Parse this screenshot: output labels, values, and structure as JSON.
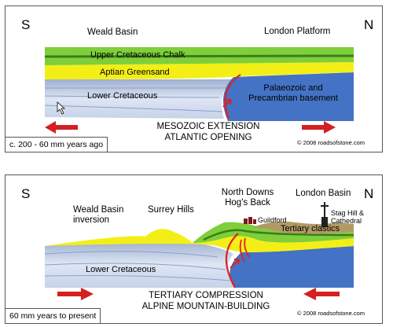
{
  "panel1": {
    "south": "S",
    "north": "N",
    "region_left": "Weald Basin",
    "region_right": "London Platform",
    "layer_chalk": "Upper Cretaceous Chalk",
    "layer_greensand": "Aptian Greensand",
    "layer_lower": "Lower Cretaceous",
    "basement_line1": "Palaeozoic and",
    "basement_line2": "Precambrian basement",
    "caption_line1": "MESOZOIC EXTENSION",
    "caption_line2": "ATLANTIC OPENING",
    "period": "c. 200 - 60 mm years ago",
    "copyright": "© 2008 roadsofstone.com"
  },
  "panel2": {
    "south": "S",
    "north": "N",
    "weald_line1": "Weald Basin",
    "weald_line2": "inversion",
    "surrey": "Surrey Hills",
    "downs_line1": "North Downs",
    "downs_line2": "Hog's Back",
    "london_basin": "London Basin",
    "guildford": "Guildford",
    "staghill_line1": "Stag Hill &",
    "staghill_line2": "Cathedral",
    "tertiary_clastics": "Tertiary clastics",
    "layer_lower": "Lower Cretaceous",
    "caption_line1": "TERTIARY COMPRESSION",
    "caption_line2": "ALPINE MOUNTAIN-BUILDING",
    "period": "60 mm years to present",
    "copyright": "© 2008 roadsofstone.com"
  },
  "colors": {
    "chalk": "#7ecf3a",
    "greensand": "#f3ef16",
    "basement": "#4472c4",
    "lower_cretaceous": "#c5d2ea",
    "tertiary": "#b19a64",
    "fault": "#e02020",
    "arrow": "#d42020"
  }
}
